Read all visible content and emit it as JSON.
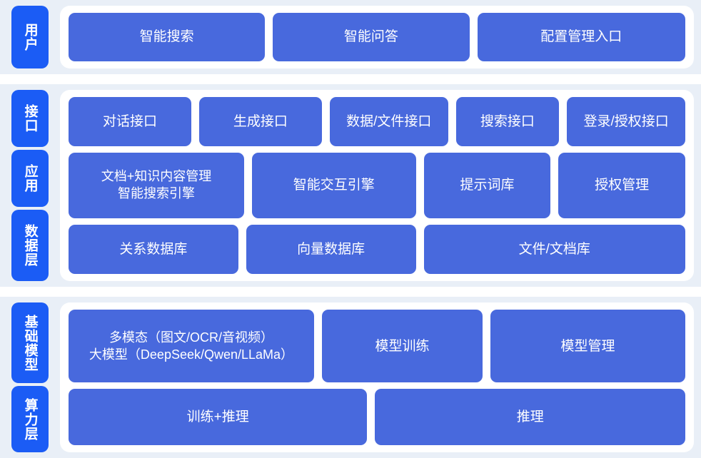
{
  "diagram": {
    "colors": {
      "page_background": "#ffffff",
      "section_background": "#e9eff7",
      "panel_background": "#ffffff",
      "layer_tab": "#1b5cf5",
      "card": "#4869dd",
      "card_text": "#ffffff"
    }
  },
  "sections": [
    {
      "id": "user",
      "layers": [
        {
          "label": "用户"
        }
      ],
      "rows": [
        {
          "cards": [
            {
              "label": "智能搜索"
            },
            {
              "label": "智能问答"
            },
            {
              "label": "配置管理入口"
            }
          ]
        }
      ]
    },
    {
      "id": "middle",
      "layers": [
        {
          "label": "接口"
        },
        {
          "label": "应用"
        },
        {
          "label": "数据层"
        }
      ],
      "rows": [
        {
          "cards": [
            {
              "label": "对话接口"
            },
            {
              "label": "生成接口"
            },
            {
              "label": "数据/文件接口"
            },
            {
              "label": "搜索接口"
            },
            {
              "label": "登录/授权接口"
            }
          ]
        },
        {
          "cards": [
            {
              "label": "文档+知识内容管理\n智能搜索引擎"
            },
            {
              "label": "智能交互引擎"
            },
            {
              "label": "提示词库"
            },
            {
              "label": "授权管理"
            }
          ]
        },
        {
          "cards": [
            {
              "label": "关系数据库"
            },
            {
              "label": "向量数据库"
            },
            {
              "label": "文件/文档库"
            }
          ]
        }
      ]
    },
    {
      "id": "bottom",
      "layers": [
        {
          "label": "基础模型"
        },
        {
          "label": "算力层"
        }
      ],
      "rows": [
        {
          "cards": [
            {
              "label": "多模态（图文/OCR/音视频）\n大模型（DeepSeek/Qwen/LLaMa）"
            },
            {
              "label": "模型训练"
            },
            {
              "label": "模型管理"
            }
          ]
        },
        {
          "cards": [
            {
              "label": "训练+推理"
            },
            {
              "label": "推理"
            }
          ]
        }
      ]
    }
  ]
}
